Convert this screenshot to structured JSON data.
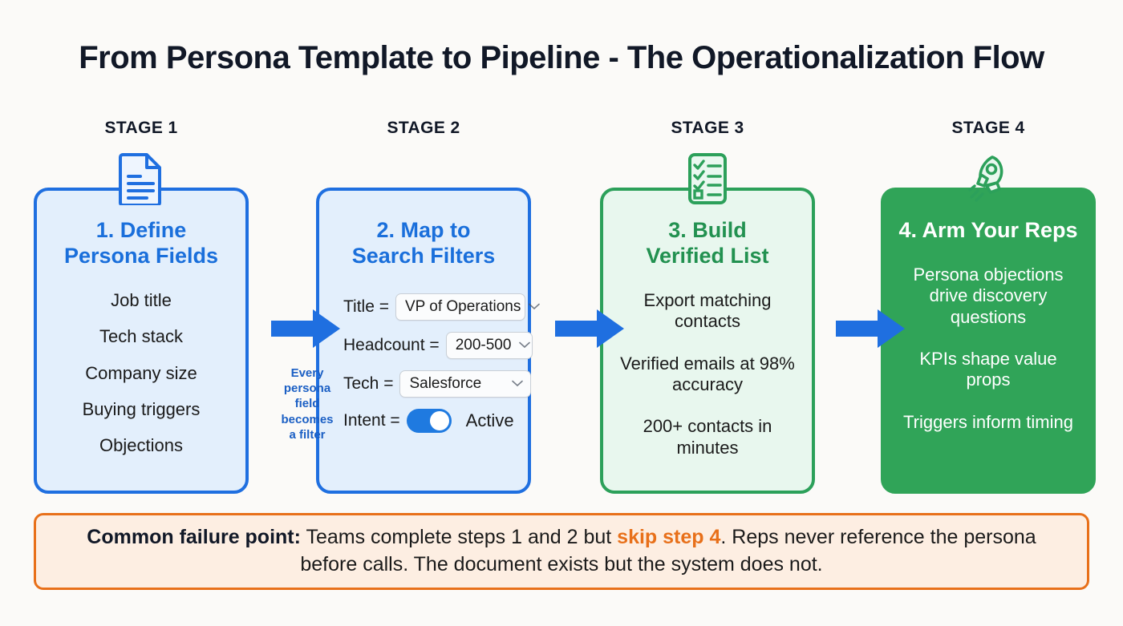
{
  "title": "From Persona Template to Pipeline - The Operationalization Flow",
  "colors": {
    "background": "#fbfaf8",
    "blue_accent": "#1f6fe0",
    "blue_card_bg": "#e3effc",
    "green_accent": "#2ca05a",
    "green_card_bg": "#e8f7ee",
    "green_solid": "#30a458",
    "orange_accent": "#e8701a",
    "orange_bg": "#fdeee2"
  },
  "stages": [
    {
      "label": "STAGE 1",
      "icon": "document-icon",
      "heading": "1. Define\nPersona Fields",
      "items": [
        "Job title",
        "Tech stack",
        "Company size",
        "Buying triggers",
        "Objections"
      ]
    },
    {
      "label": "STAGE 2",
      "icon": "none",
      "heading": "2. Map to\nSearch Filters",
      "filters": [
        {
          "label": "Title =",
          "value": "VP of Operations",
          "control": "select"
        },
        {
          "label": "Headcount =",
          "value": "200-500",
          "control": "select"
        },
        {
          "label": "Tech =",
          "value": "Salesforce",
          "control": "select"
        },
        {
          "label": "Intent =",
          "value": "Active",
          "control": "toggle",
          "toggle_on": true
        }
      ]
    },
    {
      "label": "STAGE 3",
      "icon": "checklist-icon",
      "heading": "3. Build\nVerified List",
      "items": [
        "Export matching contacts",
        "Verified emails at 98% accuracy",
        "200+ contacts in minutes"
      ]
    },
    {
      "label": "STAGE 4",
      "icon": "rocket-icon",
      "heading": "4. Arm Your Reps",
      "items": [
        "Persona objections drive discovery questions",
        "KPIs shape value props",
        "Triggers inform timing"
      ]
    }
  ],
  "arrow_caption": "Every\npersona\nfield\nbecomes\na filter",
  "callout": {
    "lead": "Common failure point:",
    "text_before": " Teams complete steps 1 and 2 but ",
    "highlight": "skip step 4",
    "text_after": ". Reps never reference the persona before calls. The document exists but the system does not."
  }
}
